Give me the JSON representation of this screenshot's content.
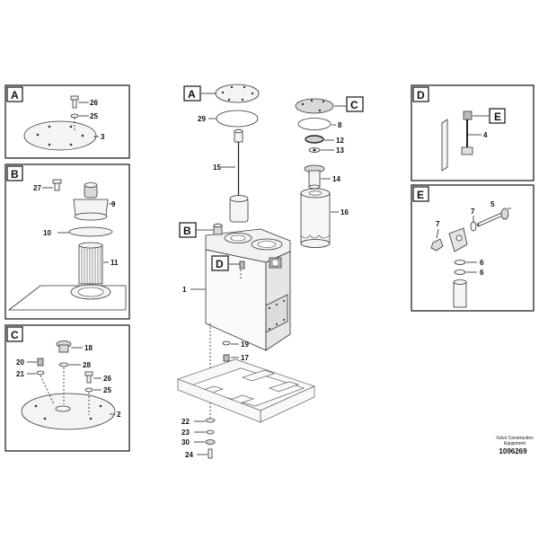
{
  "callouts": {
    "main": {
      "a": "A",
      "c": "C",
      "b": "B",
      "d": "D",
      "n29": "29",
      "n8": "8",
      "n12": "12",
      "n13": "13",
      "n14": "14",
      "n15": "15",
      "n16": "16",
      "n1": "1",
      "n19": "19",
      "n17": "17",
      "n22": "22",
      "n23": "23",
      "n30": "30",
      "n24": "24"
    },
    "detail_a": {
      "title": "A",
      "n26": "26",
      "n25": "25",
      "n3": "3"
    },
    "detail_b": {
      "title": "B",
      "n27": "27",
      "n9": "9",
      "n10": "10",
      "n11": "11"
    },
    "detail_c": {
      "title": "C",
      "n18": "18",
      "n20": "20",
      "n28": "28",
      "n21": "21",
      "n26": "26",
      "n25": "25",
      "n2": "2"
    },
    "detail_d": {
      "title": "D",
      "e": "E",
      "n4": "4"
    },
    "detail_e": {
      "title": "E",
      "n5": "5",
      "n7a": "7",
      "n7b": "7",
      "n6a": "6",
      "n6b": "6"
    }
  },
  "stamp": {
    "line1": "Volvo Construction",
    "line2": "Equipment",
    "number": "1096269"
  },
  "colors": {
    "line": "#222222",
    "part_fill": "#f4f4f4",
    "shade": "#d9d9d9"
  }
}
